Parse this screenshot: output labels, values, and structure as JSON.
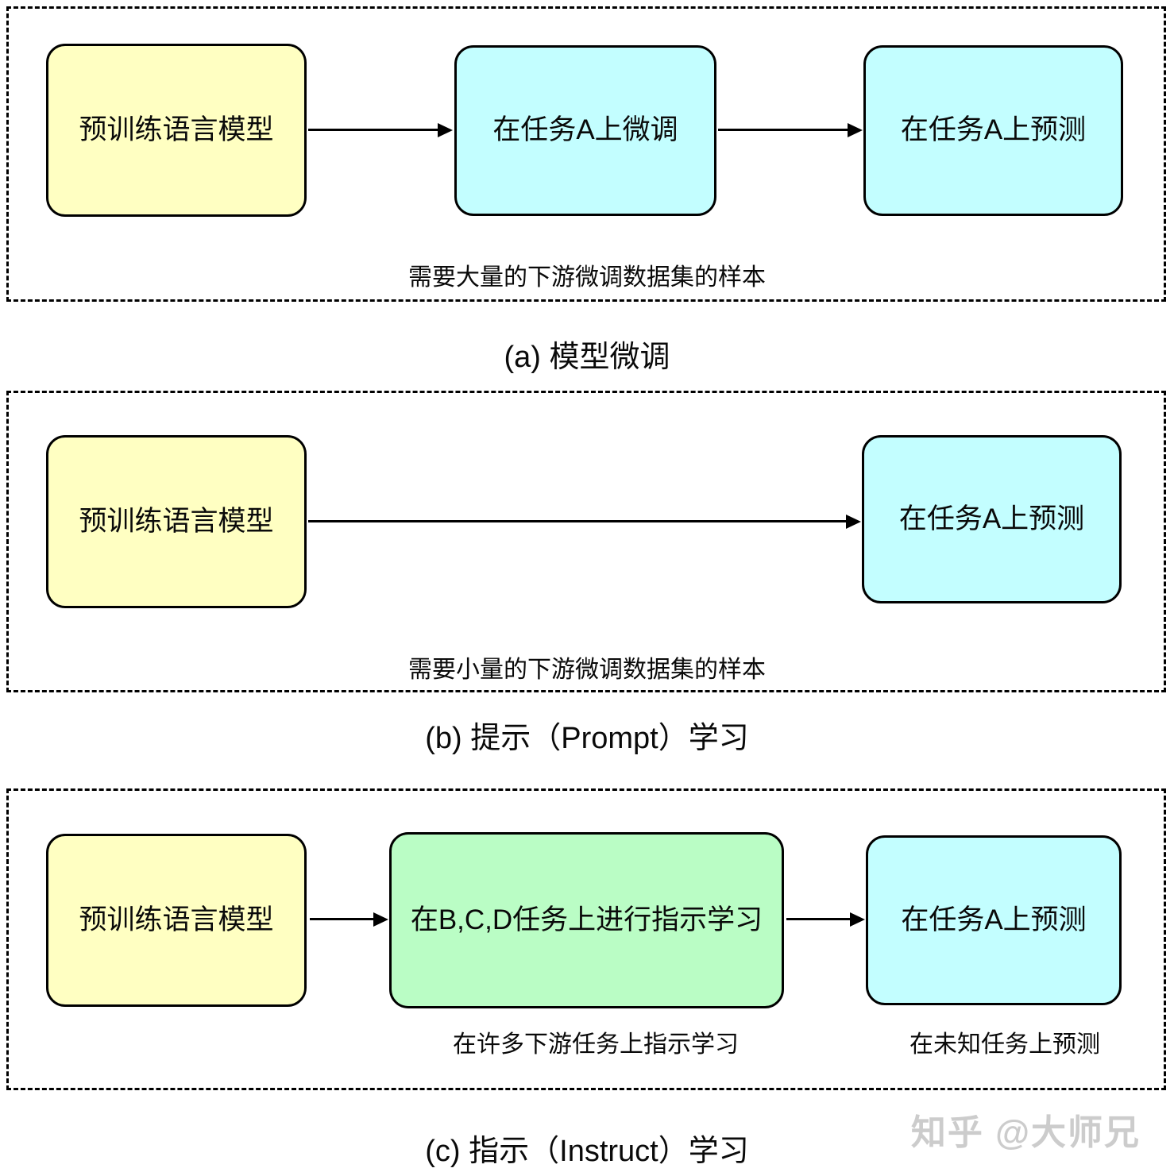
{
  "colors": {
    "pretrain_box_fill": "#ffffc2",
    "task_box_fill": "#c3feff",
    "instruct_box_fill": "#bafdc5",
    "line_and_border": "#000000",
    "watermark_gray": "#cccccc"
  },
  "panel_a": {
    "pretrain_box": "预训练语言模型",
    "finetune_box": "在任务A上微调",
    "predict_box": "在任务A上预测",
    "caption": "需要大量的下游微调数据集的样本",
    "label": "(a) 模型微调"
  },
  "panel_b": {
    "pretrain_box": "预训练语言模型",
    "predict_box": "在任务A上预测",
    "caption": "需要小量的下游微调数据集的样本",
    "label": "(b) 提示（Prompt）学习"
  },
  "panel_c": {
    "pretrain_box": "预训练语言模型",
    "instruct_box": "在B,C,D任务上进行指示学习",
    "predict_box": "在任务A上预测",
    "caption_instruct": "在许多下游任务上指示学习",
    "caption_predict": "在未知任务上预测",
    "label": "(c) 指示（Instruct）学习"
  },
  "watermark": "知乎 @大师兄"
}
